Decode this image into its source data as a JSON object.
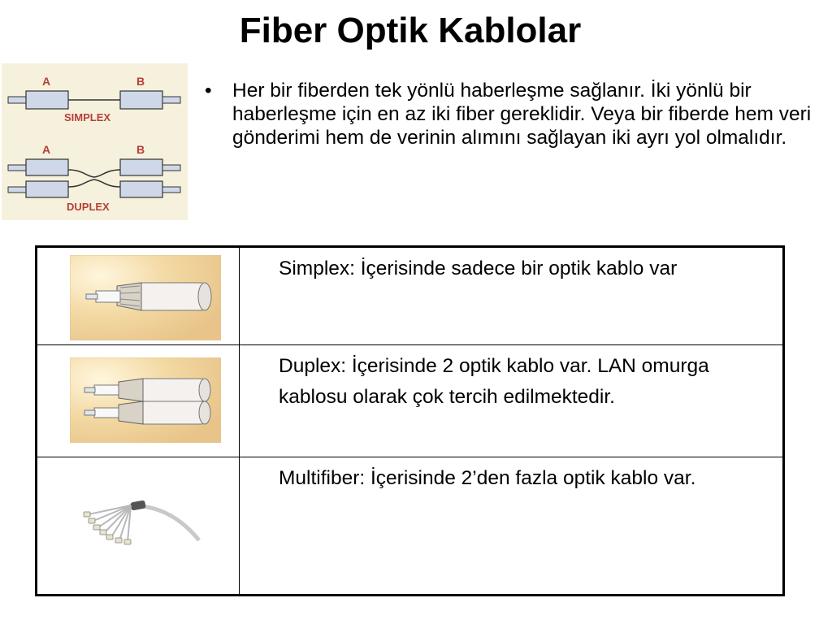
{
  "title": "Fiber Optik Kablolar",
  "diagram": {
    "simplex_a": "A",
    "simplex_b": "B",
    "simplex_label": "SIMPLEX",
    "duplex_a": "A",
    "duplex_b": "B",
    "duplex_label": "DUPLEX"
  },
  "bullet": {
    "marker": "•",
    "text": "Her bir fiberden tek yönlü haberleşme sağlanır. İki yönlü bir haberleşme için en az iki fiber gereklidir. Veya bir fiberde hem veri gönderimi hem de verinin alımını sağlayan iki ayrı yol olmalıdır."
  },
  "rows": [
    {
      "image": "simplex-cable-photo",
      "text": "Simplex: İçerisinde sadece bir optik kablo var"
    },
    {
      "image": "duplex-cable-photo",
      "text": "Duplex: İçerisinde 2 optik kablo var. LAN omurga kablosu olarak çok tercih edilmektedir."
    },
    {
      "image": "multifiber-cable-photo",
      "text": "Multifiber: İçerisinde 2’den fazla optik kablo var."
    }
  ],
  "colors": {
    "diagram_bg": "#f6f1dc",
    "diagram_label": "#b5403a",
    "connector_fill": "#cfd8e8",
    "photo_bg": "#f3d9a3"
  }
}
